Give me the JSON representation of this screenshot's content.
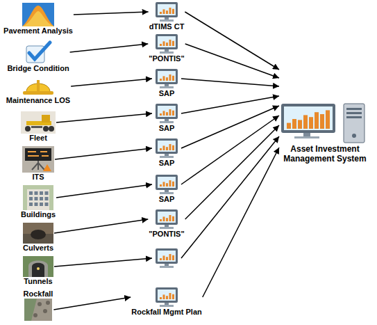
{
  "diagram": {
    "nodes": [
      {
        "text": [
          "Pavement Analysis"
        ]
      },
      {
        "text": [
          "Bridge Condition"
        ]
      },
      {
        "text": [
          "Maintenance LOS"
        ]
      },
      {
        "text": [
          "Fleet"
        ]
      },
      {
        "text": [
          "ITS"
        ]
      },
      {
        "text": [
          "Buildings"
        ]
      },
      {
        "text": [
          "Culverts"
        ]
      },
      {
        "text": [
          "Tunnels"
        ]
      },
      {
        "text": [
          "Rockfall"
        ]
      },
      {
        "text": [
          "dTIMS CT"
        ]
      },
      {
        "text": [
          "\"PONTIS\""
        ]
      },
      {
        "text": [
          "SAP"
        ]
      },
      {
        "text": [
          "SAP"
        ]
      },
      {
        "text": [
          "SAP"
        ]
      },
      {
        "text": [
          "SAP"
        ]
      },
      {
        "text": [
          "\"PONTIS\""
        ]
      },
      {
        "text": []
      },
      {
        "text": [
          "Rockfall Mgmt Plan"
        ]
      },
      {
        "text": [
          "Asset Investment Management System"
        ]
      }
    ],
    "edges": [
      {
        "from": 0,
        "to": 9,
        "arrow": "to"
      },
      {
        "from": 1,
        "to": 10,
        "arrow": "to"
      },
      {
        "from": 2,
        "to": 11,
        "arrow": "to"
      },
      {
        "from": 3,
        "to": 12,
        "arrow": "to"
      },
      {
        "from": 4,
        "to": 13,
        "arrow": "to"
      },
      {
        "from": 5,
        "to": 14,
        "arrow": "to"
      },
      {
        "from": 6,
        "to": 15,
        "arrow": "to"
      },
      {
        "from": 7,
        "to": 16,
        "arrow": "to"
      },
      {
        "from": 8,
        "to": 17,
        "arrow": "to"
      },
      {
        "from": 9,
        "to": 18,
        "arrow": "to"
      },
      {
        "from": 10,
        "to": 18,
        "arrow": "to"
      },
      {
        "from": 11,
        "to": 18,
        "arrow": "to"
      },
      {
        "from": 12,
        "to": 18,
        "arrow": "to"
      },
      {
        "from": 13,
        "to": 18,
        "arrow": "to"
      },
      {
        "from": 14,
        "to": 18,
        "arrow": "to"
      },
      {
        "from": 15,
        "to": 18,
        "arrow": "to"
      },
      {
        "from": 16,
        "to": 18,
        "arrow": "to"
      },
      {
        "from": 17,
        "to": 18,
        "arrow": "to"
      }
    ]
  }
}
